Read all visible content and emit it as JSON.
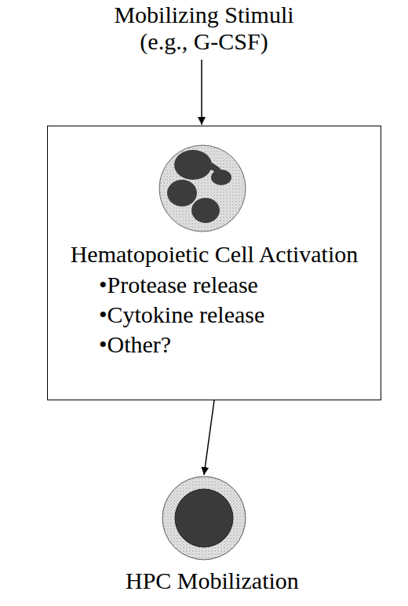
{
  "diagram": {
    "nodes": [
      {
        "text": [
          "Hematopoietic Cell Activation",
          "•Protease release",
          "•Cytokine release",
          "•Other?"
        ]
      },
      {
        "text": [
          "HPC Mobilization"
        ]
      }
    ],
    "edges": [
      {
        "from": 0,
        "to": 1,
        "arrow": "to"
      }
    ],
    "labels": [
      "Mobilizing Stimuli",
      "(e.g., G-CSF)"
    ]
  }
}
